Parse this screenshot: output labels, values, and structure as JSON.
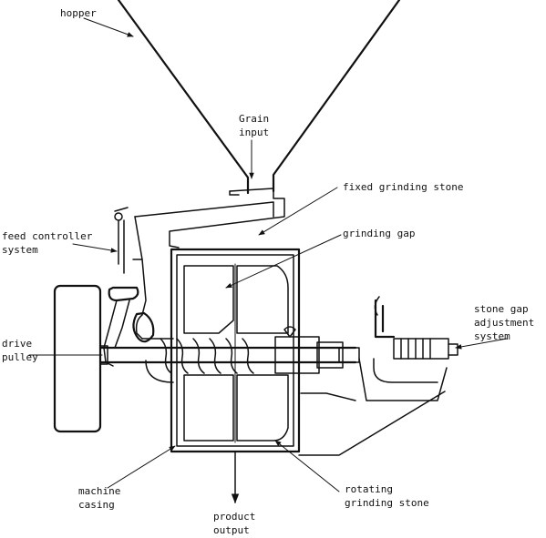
{
  "labels": {
    "hopper": "hopper",
    "grain_input_1": "Grain",
    "grain_input_2": "input",
    "fixed_stone": "fixed grinding stone",
    "grinding_gap": "grinding gap",
    "feed_controller_1": "feed controller",
    "feed_controller_2": "system",
    "drive_pulley_1": "drive",
    "drive_pulley_2": "pulley",
    "stone_gap_1": "stone gap",
    "stone_gap_2": "adjustment",
    "stone_gap_3": "system",
    "machine_casing_1": "machine",
    "machine_casing_2": "casing",
    "rotating_stone_1": "rotating",
    "rotating_stone_2": "grinding stone",
    "product_output_1": "product",
    "product_output_2": "output"
  },
  "colors": {
    "ink": "#111111",
    "background": "#ffffff"
  }
}
